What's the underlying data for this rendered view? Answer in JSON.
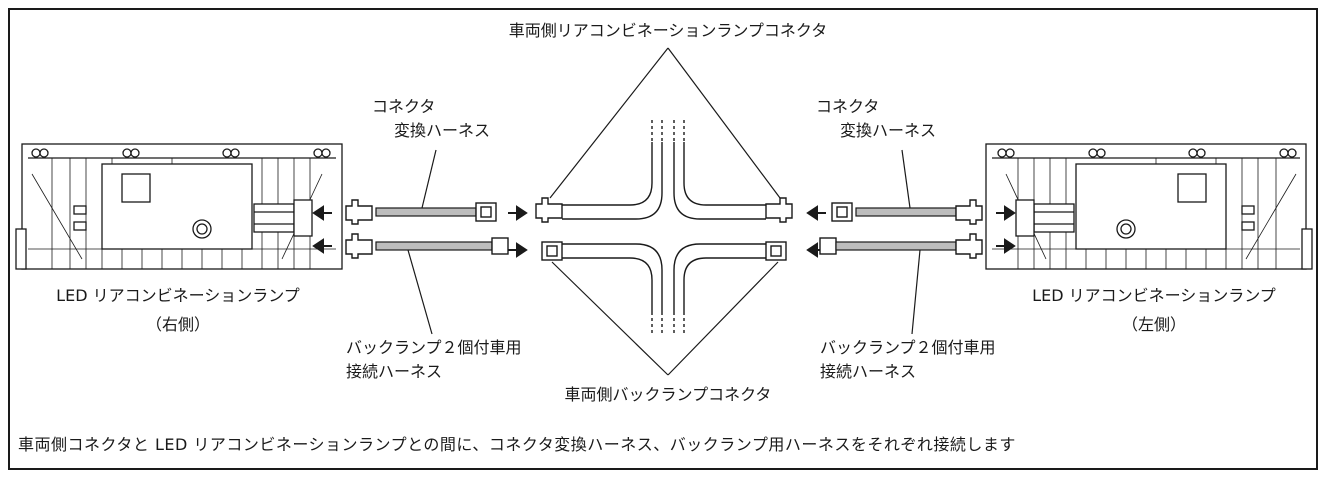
{
  "labels": {
    "top_connector": "車両側リアコンビネーションランプコネクタ",
    "bottom_connector": "車両側バックランプコネクタ",
    "left_conv_line1": "コネクタ",
    "left_conv_line2": "変換ハーネス",
    "right_conv_line1": "コネクタ",
    "right_conv_line2": "変換ハーネス",
    "left_lamp_line1": "LED リアコンビネーションランプ",
    "left_lamp_line2": "（右側）",
    "right_lamp_line1": "LED リアコンビネーションランプ",
    "right_lamp_line2": "（左側）",
    "left_back_line1": "バックランプ２個付車用",
    "left_back_line2": "接続ハーネス",
    "right_back_line1": "バックランプ２個付車用",
    "right_back_line2": "接続ハーネス"
  },
  "caption": "車両側コネクタと LED リアコンビネーションランプとの間に、コネクタ変換ハーネス、バックランプ用ハーネスをそれぞれ接続します"
}
